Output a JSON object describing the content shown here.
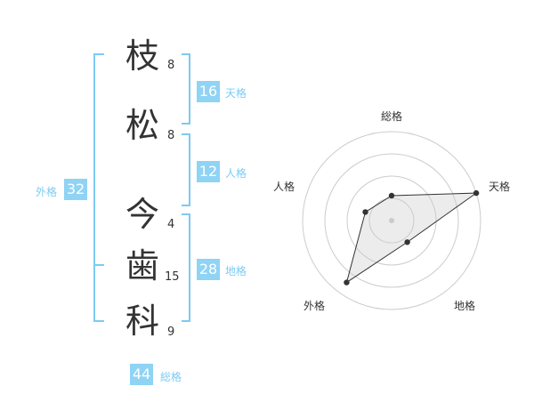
{
  "name": {
    "chars": [
      {
        "char": "枝",
        "strokes": "8"
      },
      {
        "char": "松",
        "strokes": "8"
      },
      {
        "char": "今",
        "strokes": "4"
      },
      {
        "char": "歯",
        "strokes": "15"
      },
      {
        "char": "科",
        "strokes": "9"
      }
    ]
  },
  "kakusu": {
    "tenkaku": {
      "value": "16",
      "label": "天格"
    },
    "jinkaku": {
      "value": "12",
      "label": "人格"
    },
    "chikaku": {
      "value": "28",
      "label": "地格"
    },
    "gaikaku": {
      "value": "32",
      "label": "外格"
    },
    "soukaku": {
      "value": "44",
      "label": "総格"
    }
  },
  "radar": {
    "axes": [
      "総格",
      "天格",
      "地格",
      "外格",
      "人格"
    ],
    "values": [
      0.28,
      1.0,
      0.3,
      0.86,
      0.31
    ]
  },
  "colors": {
    "accent": "#8fd3f5",
    "bracket": "#7ccbf2",
    "text": "#333333"
  }
}
